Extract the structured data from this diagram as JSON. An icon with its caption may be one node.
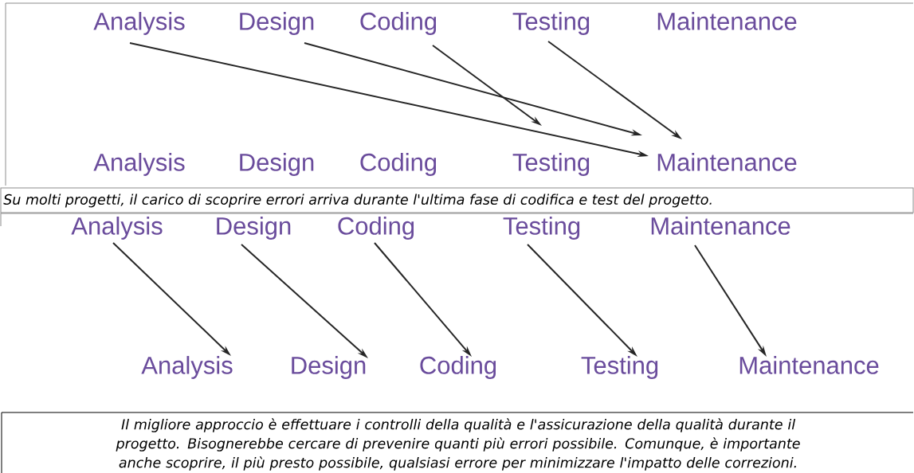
{
  "diagram": {
    "nodes": [
      {
        "text": [
          "Analysis"
        ]
      },
      {
        "text": [
          "Design"
        ]
      },
      {
        "text": [
          "Coding"
        ]
      },
      {
        "text": [
          "Testing"
        ]
      },
      {
        "text": [
          "Maintenance"
        ]
      },
      {
        "text": [
          "Analysis"
        ]
      },
      {
        "text": [
          "Design"
        ]
      },
      {
        "text": [
          "Coding"
        ]
      },
      {
        "text": [
          "Testing"
        ]
      },
      {
        "text": [
          "Maintenance"
        ]
      },
      {
        "text": [
          "Analysis"
        ]
      },
      {
        "text": [
          "Design"
        ]
      },
      {
        "text": [
          "Coding"
        ]
      },
      {
        "text": [
          "Testing"
        ]
      },
      {
        "text": [
          "Maintenance"
        ]
      },
      {
        "text": [
          "Analysis"
        ]
      },
      {
        "text": [
          "Design"
        ]
      },
      {
        "text": [
          "Coding"
        ]
      },
      {
        "text": [
          "Testing"
        ]
      },
      {
        "text": [
          "Maintenance"
        ]
      }
    ],
    "edges": [
      {
        "from": 0,
        "to": 9,
        "arrow": "to"
      },
      {
        "from": 1,
        "to": 9,
        "arrow": "to"
      },
      {
        "from": 2,
        "to": 8,
        "arrow": "to"
      },
      {
        "from": 3,
        "to": 9,
        "arrow": "to"
      },
      {
        "from": 10,
        "to": 15,
        "arrow": "to"
      },
      {
        "from": 11,
        "to": 16,
        "arrow": "to"
      },
      {
        "from": 12,
        "to": 17,
        "arrow": "to"
      },
      {
        "from": 13,
        "to": 18,
        "arrow": "to"
      },
      {
        "from": 14,
        "to": 19,
        "arrow": "to"
      }
    ],
    "labels": [
      "Su molti progetti, il carico di scoprire errori arriva durante l'ultima fase di codifica  e test del progetto.",
      "Il migliore approccio è effettuare i controlli della qualità e l'assicurazione della qualità durante il progetto. Bisognerebbe cercare di prevenire quanti più errori possibile. Comunque, è importante anche scoprire, il più presto possibile, qualsiasi errore per minimizzare l'impatto delle correzioni."
    ]
  }
}
